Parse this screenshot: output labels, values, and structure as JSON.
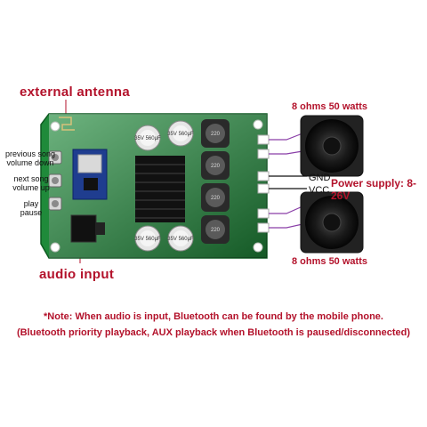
{
  "labels": {
    "external_antenna": "external antenna",
    "audio_input": "audio input",
    "speaker_top": "8 ohms 50 watts",
    "speaker_bottom": "8 ohms 50 watts",
    "power_supply": "Power supply: 8-26V",
    "gnd": "GND",
    "vcc": "VCC",
    "button_previous": "previous song volume down",
    "button_next": "next song volume up",
    "button_play": "play pause"
  },
  "notes": {
    "line1": "*Note: When audio is input, Bluetooth can be found by the mobile phone.",
    "line2": "(Bluetooth priority playback, AUX playback when Bluetooth is paused/disconnected)"
  },
  "capacitor_markings": [
    "35V 560μF",
    "35V 560μF",
    "35V 560μF",
    "35V 560μF"
  ],
  "inductor_markings": [
    "220",
    "220",
    "220",
    "220"
  ],
  "colors": {
    "label_red": "#b3122b",
    "pcb_green": "#1f8a3a",
    "wire_purple": "#8a3fa8",
    "wire_white": "#e8e8e8"
  }
}
